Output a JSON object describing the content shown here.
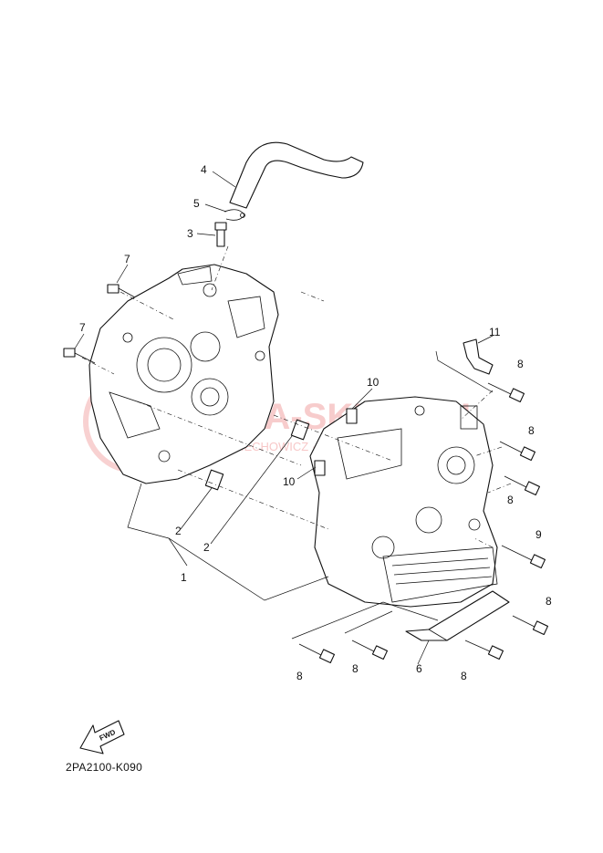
{
  "diagram_code": "2PA2100-K090",
  "fwd_label": "FWD",
  "watermark": {
    "main": "MAJA-SKUTE.PL",
    "sub": "M.CIECHOWICZ · DEALER YAMAHA"
  },
  "callouts": {
    "c1": "1",
    "c2a": "2",
    "c2b": "2",
    "c3": "3",
    "c4": "4",
    "c5": "5",
    "c6": "6",
    "c7a": "7",
    "c7b": "7",
    "c8a": "8",
    "c8b": "8",
    "c8c": "8",
    "c8d": "8",
    "c8e": "8",
    "c8f": "8",
    "c8g": "8",
    "c9": "9",
    "c10a": "10",
    "c10b": "10",
    "c11": "11"
  }
}
